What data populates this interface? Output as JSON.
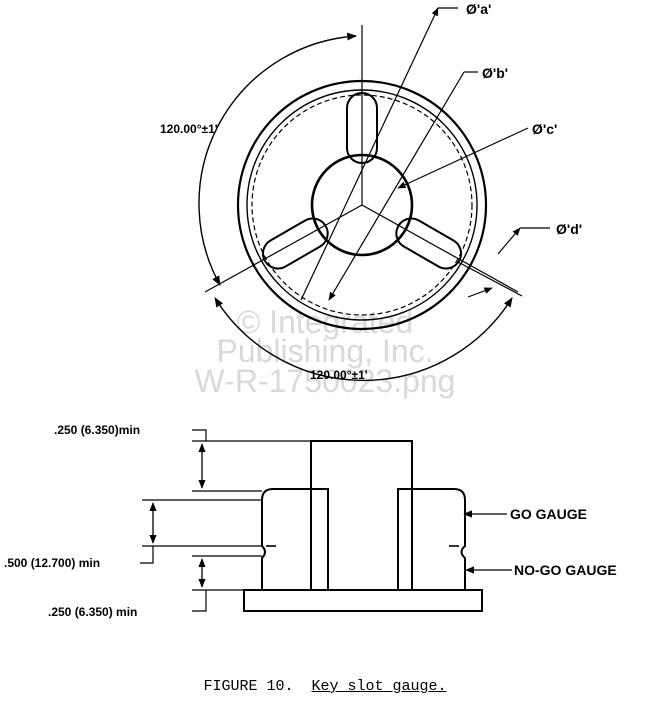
{
  "top_view": {
    "labels": {
      "dia_a": "Ø'a'",
      "dia_b": "Ø'b'",
      "dia_c": "Ø'c'",
      "dia_d": "Ø'd'",
      "angle_upper": "120.00°±1'",
      "angle_lower": "120.00°±1'"
    }
  },
  "side_view": {
    "labels": {
      "dim_top": ".250 (6.350)min",
      "dim_mid": ".500 (12.700) min",
      "dim_bottom": ".250 (6.350) min",
      "go_gauge": "GO GAUGE",
      "nogo_gauge": "NO-GO GAUGE"
    }
  },
  "watermark": {
    "line1": "© Integrated",
    "line2": "Publishing, Inc.",
    "line3": "W-R-1750023.png"
  },
  "caption": {
    "prefix": "FIGURE 10.",
    "title": "Key slot gauge."
  },
  "colors": {
    "ink": "#000000",
    "watermark": "#d9d9d9"
  }
}
